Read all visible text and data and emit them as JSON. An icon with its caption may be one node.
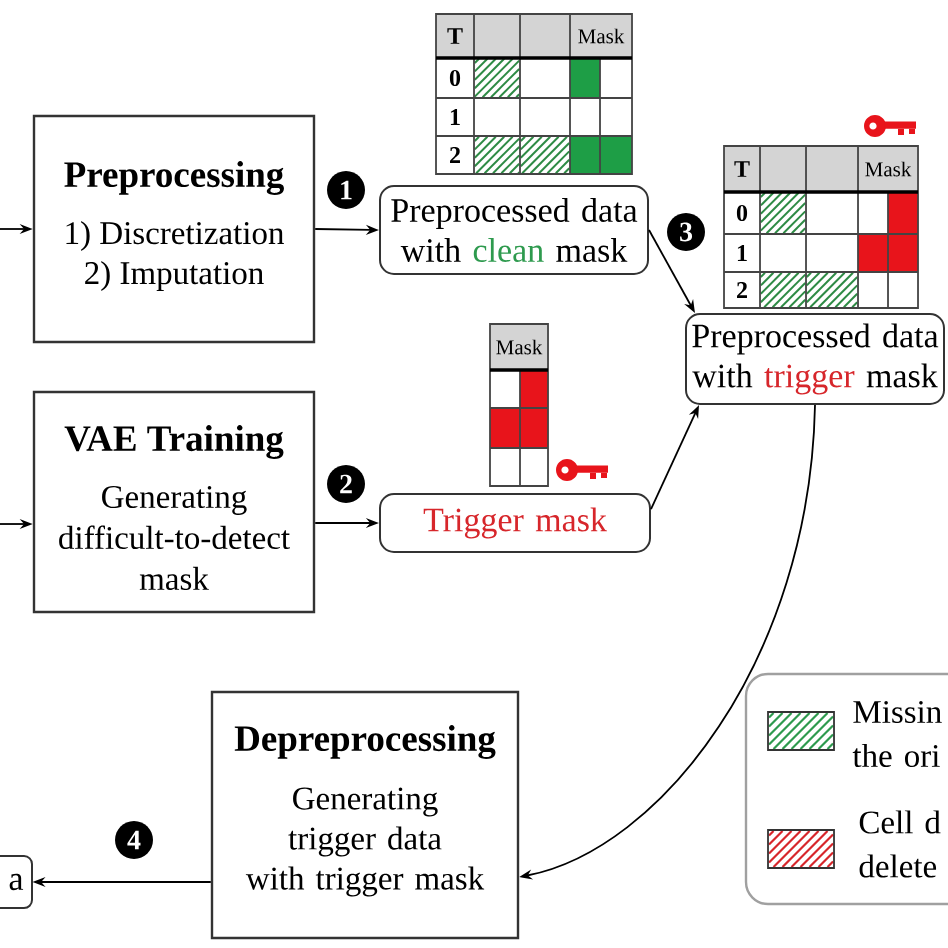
{
  "diagram": {
    "nodes": [
      {
        "text": [
          "Preprocessing",
          "1) Discretization",
          "2) Imputation"
        ]
      },
      {
        "text": [
          "Preprocessed data with clean mask"
        ]
      },
      {
        "text": [
          "Preprocessed data with trigger mask"
        ]
      },
      {
        "text": [
          "VAE Training",
          "Generating difficult-to-detect mask"
        ]
      },
      {
        "text": [
          "Trigger mask"
        ]
      },
      {
        "text": [
          "Depreprocessing",
          "Generating trigger data with trigger mask"
        ]
      },
      {
        "text": [
          "a"
        ]
      }
    ],
    "edges": [
      {
        "from": null,
        "to": 0,
        "arrow": "to"
      },
      {
        "from": 0,
        "to": 1,
        "arrow": "to",
        "label": "1"
      },
      {
        "from": 1,
        "to": 2,
        "arrow": "to",
        "label": "3"
      },
      {
        "from": null,
        "to": 3,
        "arrow": "to"
      },
      {
        "from": 3,
        "to": 4,
        "arrow": "to",
        "label": "2"
      },
      {
        "from": 4,
        "to": 2,
        "arrow": "to"
      },
      {
        "from": 2,
        "to": 5,
        "arrow": "to"
      },
      {
        "from": 5,
        "to": 6,
        "arrow": "to",
        "label": "4"
      }
    ],
    "labels": [
      "T",
      "Mask",
      "0",
      "1",
      "2",
      "T",
      "Mask",
      "0",
      "1",
      "2",
      "Mask"
    ],
    "legend": [
      {
        "text": "Missin the ori",
        "color": "#2e9a4e"
      },
      {
        "text": "Cell d delete",
        "color": "#d7262b"
      }
    ]
  }
}
